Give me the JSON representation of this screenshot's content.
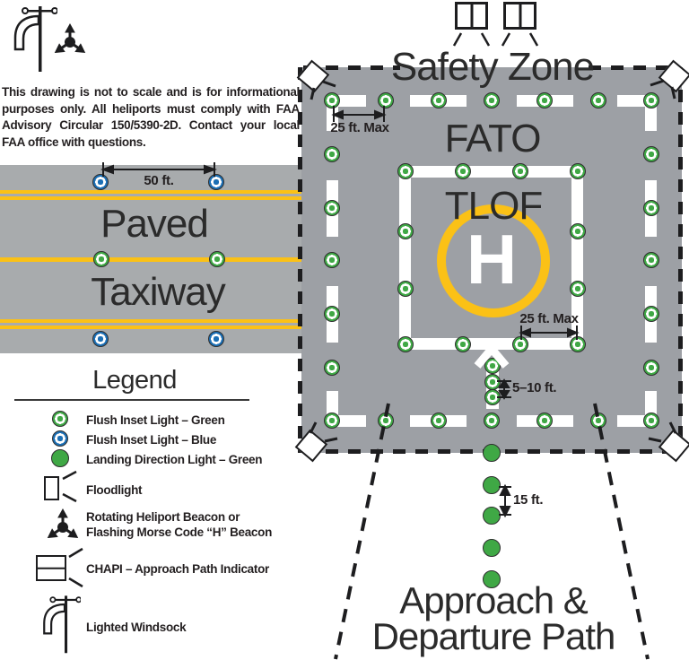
{
  "disclaimer": "This drawing is not to scale and is for informational purposes only. All heliports must comply with FAA Advisory Circular 150/5390-2D. Contact your local FAA office with questions.",
  "taxiway": {
    "label_line1": "Paved",
    "label_line2": "Taxiway",
    "dim_50ft": "50 ft."
  },
  "pad": {
    "safety_zone_label": "Safety Zone",
    "fato_label": "FATO",
    "tlof_label": "TLOF",
    "h_marking": "H",
    "dim_25ft_fato": "25 ft. Max",
    "dim_25ft_tlof": "25 ft. Max",
    "dim_5_10ft": "5–10 ft.",
    "dim_15ft": "15 ft.",
    "approach_line1": "Approach &",
    "approach_line2": "Departure Path"
  },
  "legend": {
    "title": "Legend",
    "items": [
      "Flush Inset Light – Green",
      "Flush Inset Light – Blue",
      "Landing Direction Light – Green",
      "Floodlight",
      {
        "line1": "Rotating Heliport Beacon or",
        "line2": "Flashing Morse Code “H” Beacon"
      },
      "CHAPI – Approach Path Indicator",
      "Lighted Windsock"
    ]
  },
  "colors": {
    "pad_gray": "#9da0a5",
    "taxiway_gray": "#a8abad",
    "marking_yellow": "#fbc116",
    "marking_white": "#ffffff",
    "light_green": "#3fa845",
    "light_blue": "#1b6fb5",
    "line_black": "#1d1d1f"
  },
  "lights": {
    "flush_green": [
      [
        370,
        112
      ],
      [
        430,
        112
      ],
      [
        489,
        112
      ],
      [
        548,
        112
      ],
      [
        607,
        112
      ],
      [
        667,
        112
      ],
      [
        726,
        112
      ],
      [
        370,
        469
      ],
      [
        430,
        469
      ],
      [
        489,
        469
      ],
      [
        548,
        469
      ],
      [
        607,
        469
      ],
      [
        667,
        469
      ],
      [
        726,
        469
      ],
      [
        370,
        172
      ],
      [
        370,
        232
      ],
      [
        370,
        290
      ],
      [
        370,
        350
      ],
      [
        370,
        410
      ],
      [
        726,
        172
      ],
      [
        726,
        232
      ],
      [
        726,
        290
      ],
      [
        726,
        350
      ],
      [
        726,
        410
      ],
      [
        452,
        191
      ],
      [
        516,
        191
      ],
      [
        580,
        191
      ],
      [
        644,
        191
      ],
      [
        452,
        384
      ],
      [
        516,
        384
      ],
      [
        580,
        384
      ],
      [
        644,
        384
      ],
      [
        452,
        258
      ],
      [
        452,
        322
      ],
      [
        644,
        258
      ],
      [
        644,
        322
      ],
      [
        113,
        289
      ],
      [
        242,
        289
      ],
      [
        549,
        408
      ],
      [
        549,
        426
      ],
      [
        549,
        443
      ]
    ],
    "flush_blue": [
      [
        112,
        203
      ],
      [
        241,
        203
      ],
      [
        112,
        378
      ],
      [
        241,
        378
      ]
    ],
    "landing_green": [
      [
        548,
        505
      ],
      [
        548,
        541
      ],
      [
        548,
        575
      ],
      [
        548,
        611
      ],
      [
        548,
        646
      ]
    ]
  }
}
